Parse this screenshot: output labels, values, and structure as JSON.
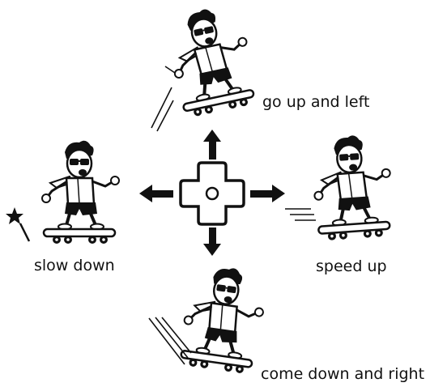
{
  "captions": {
    "up_left": "go up and left",
    "slow_down": "slow down",
    "speed_up": "speed up",
    "down_right": "come down and right"
  },
  "icons": {
    "dpad": "dpad-icon",
    "skater": "skateboarder-icon",
    "star": "star-icon"
  },
  "colors": {
    "ink": "#111111",
    "paper": "#ffffff"
  }
}
